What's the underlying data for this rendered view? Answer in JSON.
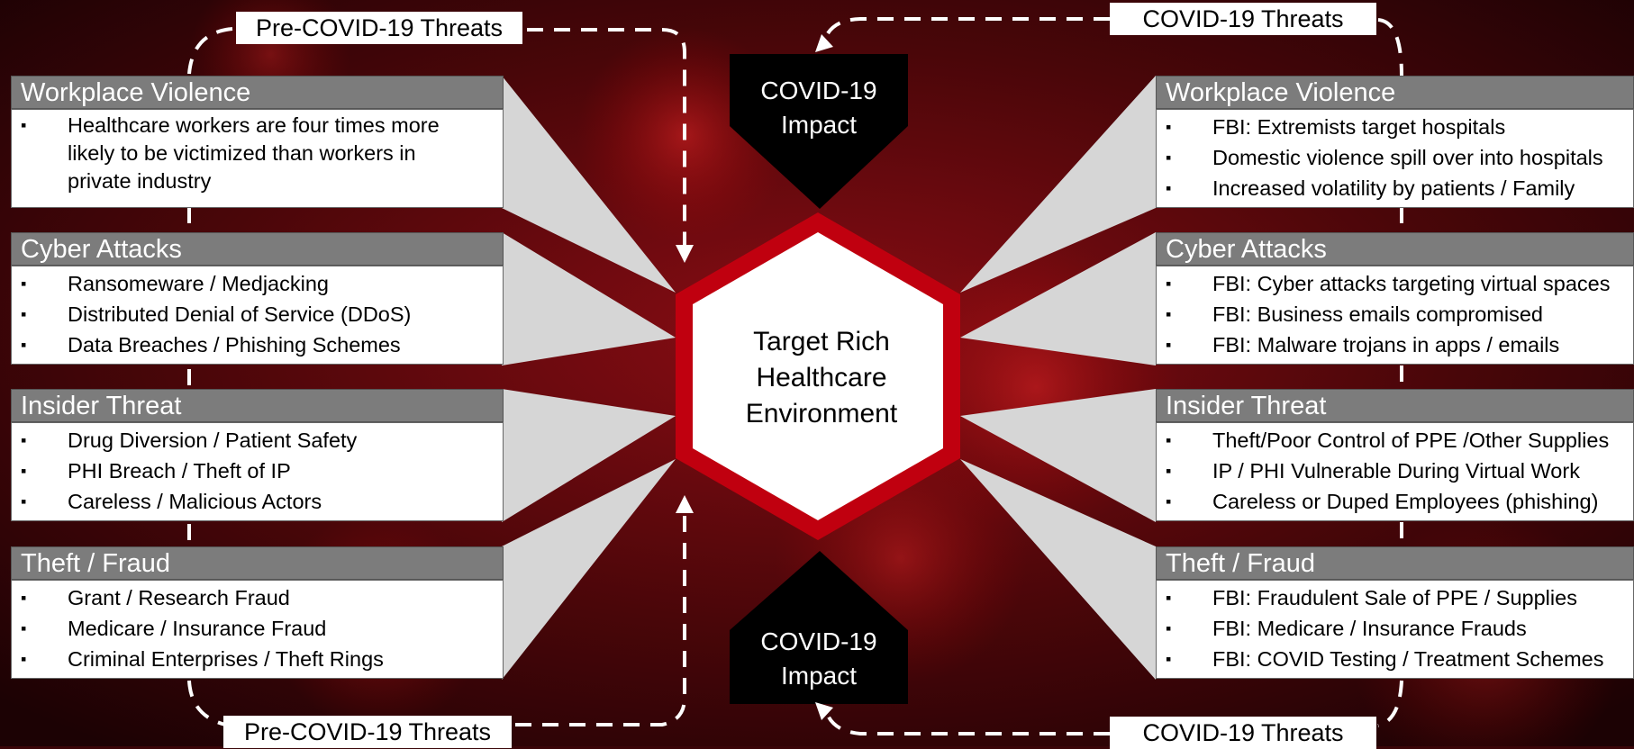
{
  "pre_covid_label": "Pre-COVID-19 Threats",
  "covid_label": "COVID-19 Threats",
  "impact_label_top": [
    "COVID-19",
    "Impact"
  ],
  "impact_label_bottom": [
    "COVID-19",
    "Impact"
  ],
  "center_label": [
    "Target Rich",
    "Healthcare",
    "Environment"
  ],
  "left_panels": [
    {
      "title": "Workplace Violence",
      "items": [
        "Healthcare workers are four times more likely to be victimized than workers in private industry"
      ]
    },
    {
      "title": "Cyber Attacks",
      "items": [
        "Ransomeware  / Medjacking",
        "Distributed Denial of Service  (DDoS)",
        "Data Breaches  / Phishing Schemes"
      ]
    },
    {
      "title": "Insider Threat",
      "items": [
        "Drug Diversion  / Patient Safety",
        "PHI Breach  / Theft of IP",
        "Careless  / Malicious Actors"
      ]
    },
    {
      "title": "Theft / Fraud",
      "items": [
        "Grant  / Research Fraud",
        "Medicare  / Insurance Fraud",
        "Criminal Enterprises  / Theft Rings"
      ]
    }
  ],
  "right_panels": [
    {
      "title": "Workplace Violence",
      "items": [
        "FBI: Extremists target hospitals",
        "Domestic violence spill over into hospitals",
        "Increased volatility by patients   / Family"
      ]
    },
    {
      "title": "Cyber Attacks",
      "items": [
        "FBI: Cyber attacks targeting virtual spaces",
        "FBI: Business emails compromised",
        "FBI: Malware trojans in apps   / emails"
      ]
    },
    {
      "title": "Insider Threat",
      "items": [
        "Theft/Poor Control of PPE /Other Supplies",
        "IP / PHI Vulnerable During Virtual Work",
        "Careless or Duped Employees  (phishing)"
      ]
    },
    {
      "title": "Theft / Fraud",
      "items": [
        "FBI: Fraudulent Sale of PPE  / Supplies",
        "FBI: Medicare  / Insurance Frauds",
        "FBI: COVID Testing / Treatment Schemes"
      ]
    }
  ],
  "colors": {
    "accent_red": "#c0000f",
    "header_gray": "#7c7c7c",
    "ray_gray": "#d6d6d6",
    "background": "#3a0508"
  }
}
